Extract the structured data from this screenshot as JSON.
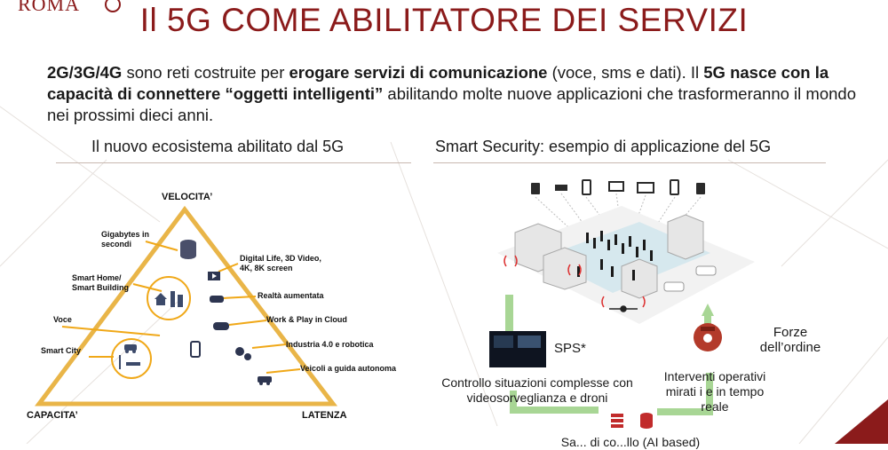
{
  "header": {
    "logo_text": "ROMA",
    "title": "Il 5G COME ABILITATORE DEI SERVIZI"
  },
  "intro": {
    "p1": "2G/3G/4G",
    "p2": " sono reti costruite per ",
    "p3": "erogare servizi di comunicazione",
    "p4": " (voce, sms e dati). Il ",
    "p5": "5G nasce con la capacità di connettere “oggetti intelligenti”",
    "p6": " abilitando molte nuove applicazioni che trasformeranno il mondo nei prossimi dieci anni."
  },
  "left_panel": {
    "heading": "Il nuovo ecosistema abilitato dal 5G",
    "apex_top": "VELOCITA’",
    "apex_left": "CAPACITA’",
    "apex_right": "LATENZA",
    "left_labels": [
      "Gigabytes in secondi",
      "Smart Home/ Smart Building",
      "Voce",
      "Smart City"
    ],
    "right_labels": [
      "Digital Life, 3D Video, 4K, 8K screen",
      "Realtà aumentata",
      "Work & Play in Cloud",
      "Industria 4.0 e robotica",
      "Veicoli a guida autonoma"
    ]
  },
  "right_panel": {
    "heading": "Smart Security: esempio di applicazione del 5G",
    "sps_label": "SPS*",
    "sps_caption": "Controllo situazioni complesse con videosorveglianza e droni",
    "forces_label": "Forze dell’ordine",
    "forces_caption": "Interventi operativi mirati i e in tempo reale",
    "bottom_caption": "Sa... di co...llo (AI based)"
  },
  "colors": {
    "brand": "#8b1b1b",
    "accent": "#f0a818",
    "green": "#9ccf8a"
  }
}
